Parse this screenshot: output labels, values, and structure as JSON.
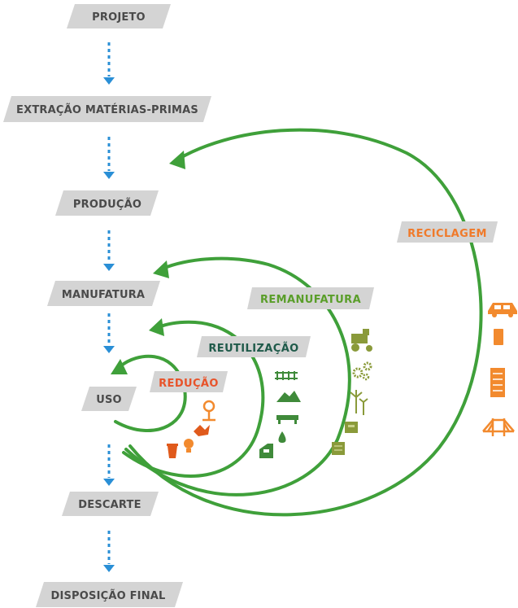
{
  "stages": [
    {
      "id": "projeto",
      "label": "PROJETO"
    },
    {
      "id": "extracao",
      "label": "EXTRAÇÃO MATÉRIAS-PRIMAS"
    },
    {
      "id": "producao",
      "label": "PRODUÇÃO"
    },
    {
      "id": "manufatura",
      "label": "MANUFATURA"
    },
    {
      "id": "uso",
      "label": "USO"
    },
    {
      "id": "descarte",
      "label": "DESCARTE"
    },
    {
      "id": "disposicao",
      "label": "DISPOSIÇÃO FINAL"
    }
  ],
  "loops": [
    {
      "id": "reducao",
      "label": "REDUÇÃO",
      "color": "#e8532a"
    },
    {
      "id": "reutilizacao",
      "label": "REUTILIZAÇÃO",
      "color": "#1f5a4a"
    },
    {
      "id": "remanufatura",
      "label": "REMANUFATURA",
      "color": "#5a9e2a"
    },
    {
      "id": "reciclagem",
      "label": "RECICLAGEM",
      "color": "#f07a2a"
    }
  ],
  "colors": {
    "arc_green": "#3fa03a",
    "flow_arrow_blue": "#2a8fd6",
    "label_bg": "#d4d4d4",
    "stage_text": "#4a4a4a",
    "icon_orange": "#f28a2e",
    "icon_dark_orange": "#e05a1c",
    "icon_green": "#3f8a3a",
    "icon_olive": "#8a9a3a"
  },
  "icons": {
    "reducao": [
      "pin-icon",
      "leaf-icon",
      "cup-icon",
      "bulb-icon"
    ],
    "reutilizacao": [
      "rack-icon",
      "mountain-icon",
      "bench-icon",
      "drop-icon",
      "car-door-icon"
    ],
    "remanufatura": [
      "tractor-icon",
      "gears-icon",
      "wind-turbine-icon",
      "box-icon",
      "battery-icon"
    ],
    "reciclagem": [
      "car-icon",
      "can-icon",
      "building-icon",
      "bridge-icon"
    ]
  }
}
